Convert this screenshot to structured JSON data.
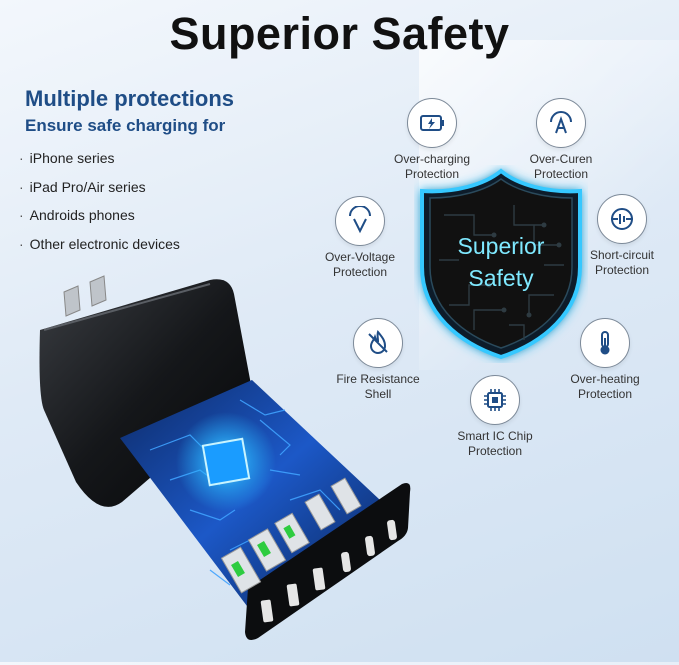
{
  "title": "Superior Safety",
  "subtitle_main": "Multiple protections",
  "subtitle_secondary": "Ensure safe charging for",
  "bullet_char": "·",
  "devices": [
    "iPhone series",
    "iPad Pro/Air series",
    "Androids phones",
    "Other electronic devices"
  ],
  "shield": {
    "line1": "Superior",
    "line2": "Safety"
  },
  "features": [
    {
      "icon": "battery-charging-icon",
      "line1": "Over-charging",
      "line2": "Protection"
    },
    {
      "icon": "ampere-icon",
      "line1": "Over-Curen",
      "line2": "Protection"
    },
    {
      "icon": "voltage-icon",
      "line1": "Over-Voltage",
      "line2": "Protection"
    },
    {
      "icon": "short-circuit-icon",
      "line1": "Short-circuit",
      "line2": "Protection"
    },
    {
      "icon": "fire-resistance-icon",
      "line1": "Fire Resistance",
      "line2": "Shell"
    },
    {
      "icon": "thermometer-icon",
      "line1": "Over-heating",
      "line2": "Protection"
    },
    {
      "icon": "chip-icon",
      "line1": "Smart IC Chip",
      "line2": "Protection"
    }
  ],
  "colors": {
    "heading_blue": "#1f4d86",
    "icon_stroke": "#1f4d86",
    "shield_glow": "#36c8ff",
    "shield_text": "#7fe9ff",
    "port_green": "#2ecc40"
  }
}
